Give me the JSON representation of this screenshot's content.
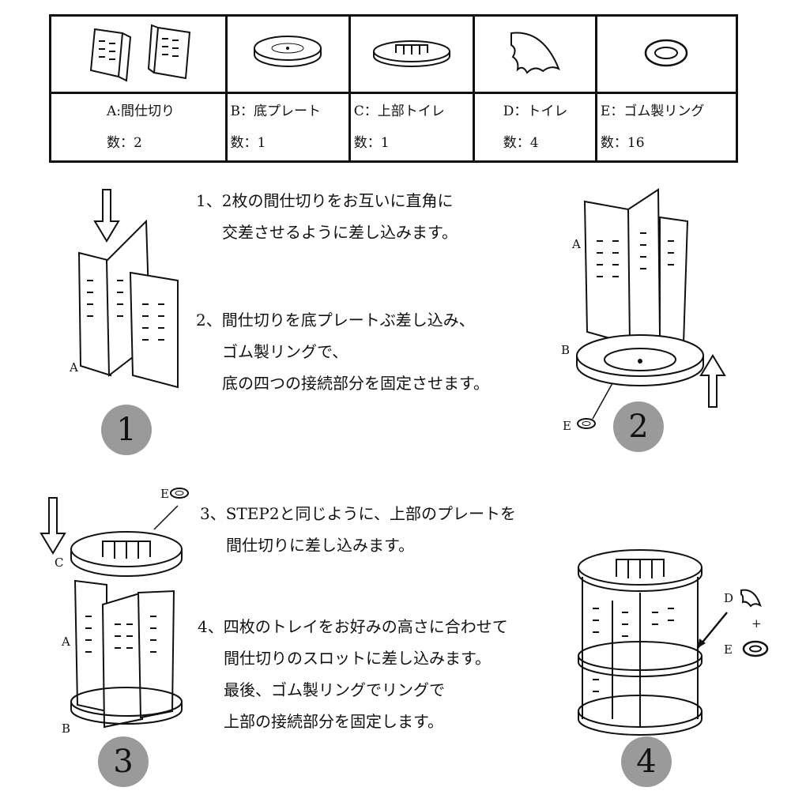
{
  "parts": [
    {
      "name": "A:間仕切り",
      "count": "数：2"
    },
    {
      "name": "B：底プレート",
      "count": "数：1"
    },
    {
      "name": "C：上部トイレ",
      "count": "数：1"
    },
    {
      "name": "D：トイレ",
      "count": "数：4"
    },
    {
      "name": "E：ゴム製リング",
      "count": "数：16"
    }
  ],
  "steps": {
    "s1": [
      "1、2枚の間仕切りをお互いに直角に",
      "交差させるように差し込みます。"
    ],
    "s2": [
      "2、間仕切りを底プレートぶ差し込み、",
      "ゴム製リングで、",
      "底の四つの接続部分を固定させます。"
    ],
    "s3": [
      "3、STEP2と同じように、上部のプレートを",
      "間仕切りに差し込みます。"
    ],
    "s4": [
      "4、四枚のトレイをお好みの高さに合わせて",
      "間仕切りのスロットに差し込みます。",
      "最後、ゴム製リングでリングで",
      "上部の接続部分を固定します。"
    ]
  },
  "step_numbers": [
    "1",
    "2",
    "3",
    "4"
  ],
  "labels": {
    "a": "A",
    "b": "B",
    "c": "C",
    "d": "D",
    "e": "E",
    "plus": "+"
  }
}
